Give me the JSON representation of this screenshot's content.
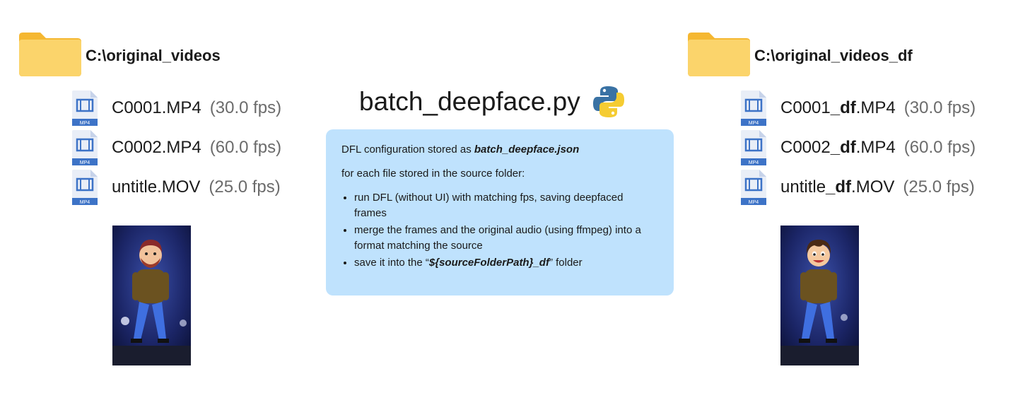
{
  "left": {
    "folder_path": "C:\\original_videos",
    "files": [
      {
        "name_before": "C0001.MP4",
        "fps": "(30.0 fps)",
        "icon_label": "MP4"
      },
      {
        "name_before": "C0002.MP4",
        "fps": "(60.0 fps)",
        "icon_label": "MP4"
      },
      {
        "name_before": "untitle.MOV",
        "fps": "(25.0 fps)",
        "icon_label": "MP4"
      }
    ]
  },
  "right": {
    "folder_path": "C:\\original_videos_df",
    "files": [
      {
        "name_before": "C0001",
        "name_bold": "_df",
        "name_after": ".MP4",
        "fps": "(30.0 fps)",
        "icon_label": "MP4"
      },
      {
        "name_before": "C0002",
        "name_bold": "_df",
        "name_after": ".MP4",
        "fps": "(60.0 fps)",
        "icon_label": "MP4"
      },
      {
        "name_before": "untitle",
        "name_bold": "_df",
        "name_after": ".MOV",
        "fps": "(25.0 fps)",
        "icon_label": "MP4"
      }
    ]
  },
  "script": {
    "title_bold": "batch_deepface",
    "title_ext": ".py",
    "icon": "python-logo-icon"
  },
  "info": {
    "config_prefix": "DFL configuration stored as ",
    "config_file": "batch_deepface.json",
    "loop_text": "for each file stored in the source folder:",
    "step1": "run DFL (without UI) with matching fps, saving deepfaced frames",
    "step2": "merge the frames and the original audio (using ffmpeg) into a format matching the source",
    "step3_prefix": "save it into the “",
    "step3_var": "${sourceFolderPath}",
    "step3_bold": "_df",
    "step3_suffix": "” folder"
  },
  "colors": {
    "folder": "#fbd46b",
    "folder_tab": "#f5b731",
    "info_bg": "#bfe2fd",
    "fps_text": "#6b6b6b",
    "file_icon": "#3d73c7"
  }
}
